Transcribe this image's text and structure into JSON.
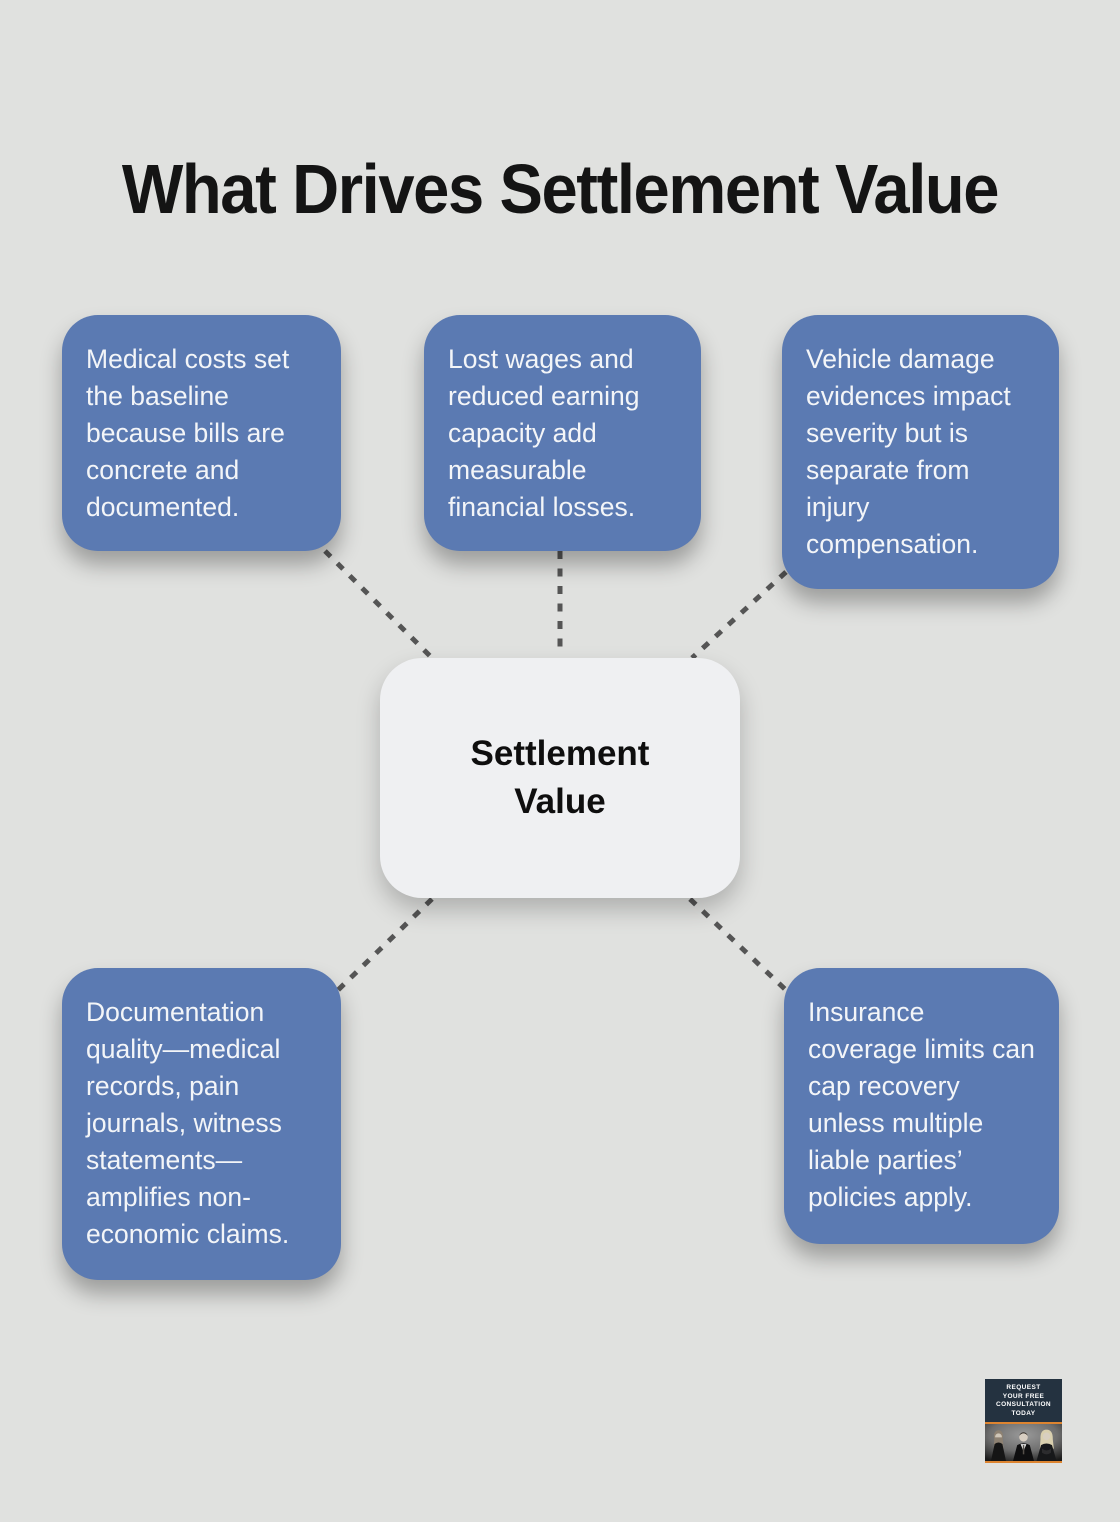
{
  "title": "What Drives Settlement Value",
  "diagram": {
    "center": {
      "label": "Settlement Value"
    },
    "factors": [
      {
        "id": "medical-costs",
        "text": "Medical costs set the baseline because bills are concrete and documented."
      },
      {
        "id": "lost-wages",
        "text": "Lost wages and reduced earning capacity add measurable financial losses."
      },
      {
        "id": "vehicle-damage",
        "text": "Vehicle damage evidences impact severity but is separate from injury compensation."
      },
      {
        "id": "documentation-quality",
        "text": "Documentation quality—medical records, pain journals, witness statements—amplifies non-economic claims."
      },
      {
        "id": "insurance-limits",
        "text": "Insurance coverage limits can cap recovery unless multiple liable parties’ policies apply."
      }
    ]
  },
  "badge": {
    "lines": [
      "REQUEST",
      "YOUR FREE",
      "CONSULTATION",
      "TODAY"
    ],
    "photo_alt": "three-attorneys-photo"
  },
  "colors": {
    "background": "#e0e1df",
    "factor_bg": "#5b7ab2",
    "factor_text": "#f3f5f8",
    "center_bg": "#eff0f2",
    "center_text": "#0e0e0e",
    "connector": "#555555",
    "title_text": "#141414",
    "badge_bg": "#243240",
    "badge_accent": "#dd8430"
  }
}
